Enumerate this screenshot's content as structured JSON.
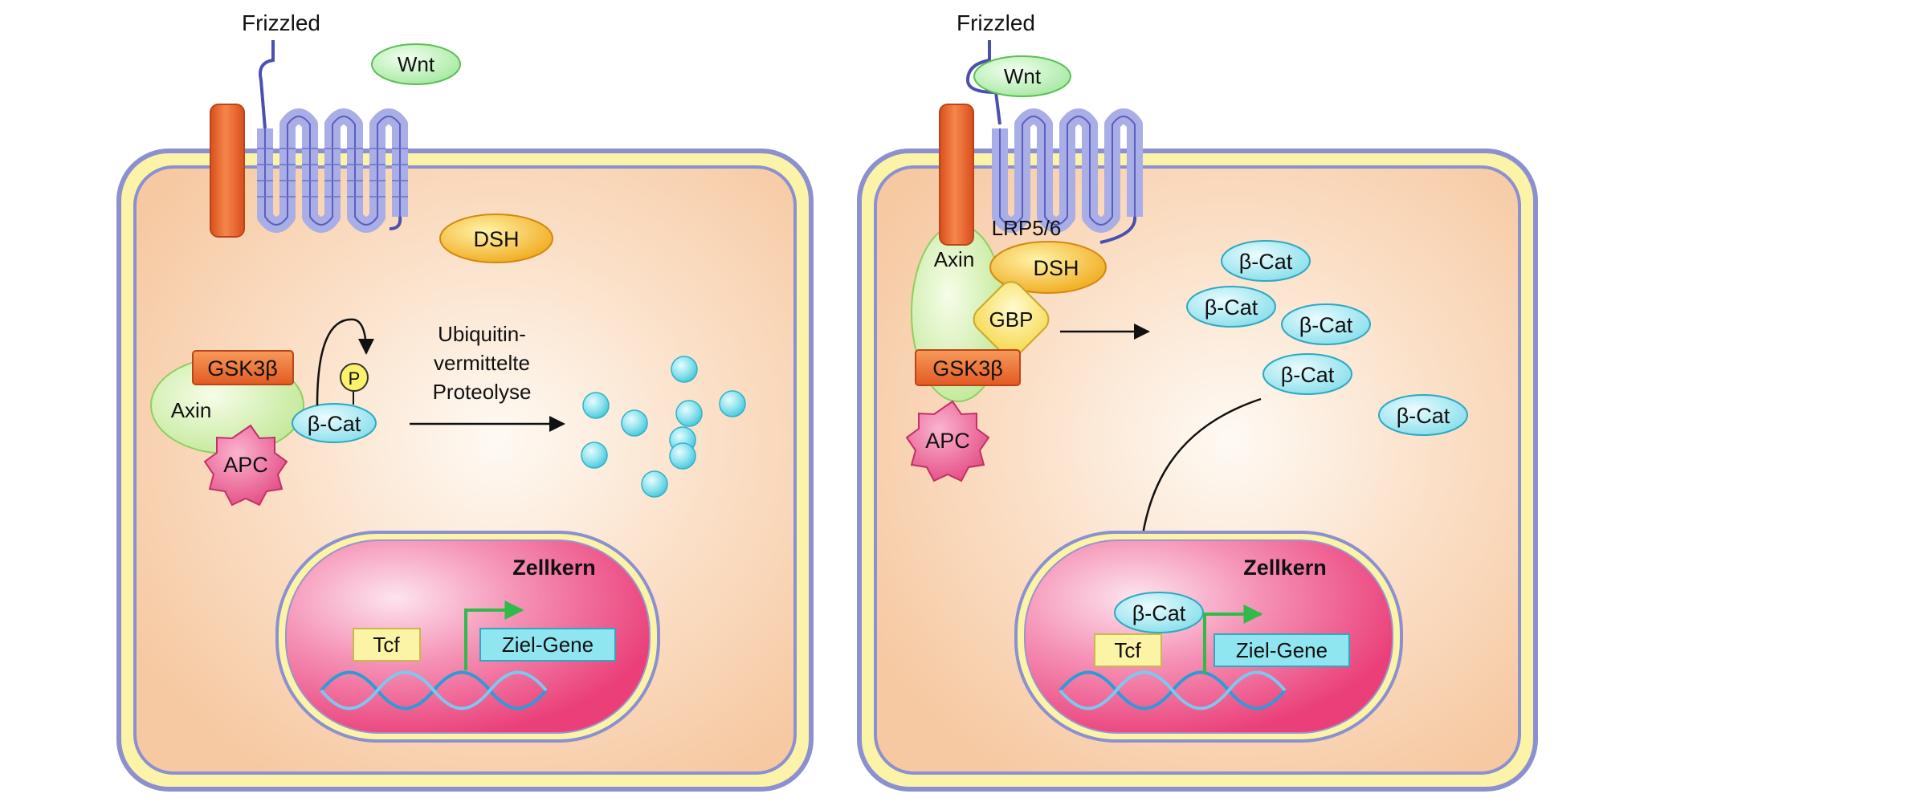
{
  "left_panel": {
    "frizzled_label": "Frizzled",
    "wnt_label": "Wnt",
    "dsh_label": "DSH",
    "gsk3b_label": "GSK3β",
    "axin_label": "Axin",
    "apc_label": "APC",
    "bcat_label": "β-Cat",
    "p_label": "P",
    "proteolysis_lines": [
      "Ubiquitin-",
      "vermittelte",
      "Proteolyse"
    ],
    "nucleus_label": "Zellkern",
    "tcf_label": "Tcf",
    "target_genes_label": "Ziel-Gene"
  },
  "right_panel": {
    "frizzled_label": "Frizzled",
    "wnt_label": "Wnt",
    "lrp_label": "LRP5/6",
    "axin_label": "Axin",
    "dsh_label": "DSH",
    "gbp_label": "GBP",
    "gsk3b_label": "GSK3β",
    "apc_label": "APC",
    "bcat_labels": [
      "β-Cat",
      "β-Cat",
      "β-Cat",
      "β-Cat",
      "β-Cat"
    ],
    "nucleus_label": "Zellkern",
    "nuclear_bcat_label": "β-Cat",
    "tcf_label": "Tcf",
    "target_genes_label": "Ziel-Gene"
  },
  "colors": {
    "cytoplasm": "#f7cda8",
    "membrane_yellow": "#fbf3a8",
    "membrane_line": "#8c8fd0",
    "receptor": "#a9aee6",
    "lrp": "#e8632a",
    "wnt": "#b9f0b2",
    "dsh": "#f3b61a",
    "gsk3b": "#ee6b2c",
    "axin": "#cdeea0",
    "apc": "#e8548a",
    "bcat": "#a8ecf4",
    "nucleus": "#ef4f85",
    "tcf": "#fbf3a6",
    "target_genes": "#8fe6f0",
    "dna": "#2d9bd8",
    "arrow_green": "#2fba4a"
  }
}
